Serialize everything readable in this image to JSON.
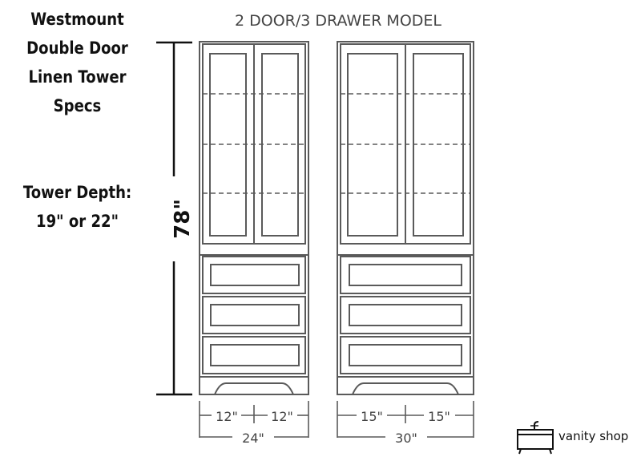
{
  "specs": {
    "title_lines": [
      "Westmount",
      "Double Door",
      "Linen Tower",
      "Specs"
    ],
    "depth_lines": [
      "Tower Depth:",
      "19\" or 22\""
    ]
  },
  "diagram": {
    "heading": "2 DOOR/3 DRAWER MODEL",
    "height_label": "78\"",
    "cabinets": [
      {
        "name": "24-inch",
        "door_width_label": "12\"",
        "total_width_label": "24\""
      },
      {
        "name": "30-inch",
        "door_width_label": "15\"",
        "total_width_label": "30\""
      }
    ]
  },
  "brand": {
    "name": "vanity shop"
  },
  "colors": {
    "line": "#5a5a5a",
    "text": "#111111",
    "label": "#444444"
  }
}
